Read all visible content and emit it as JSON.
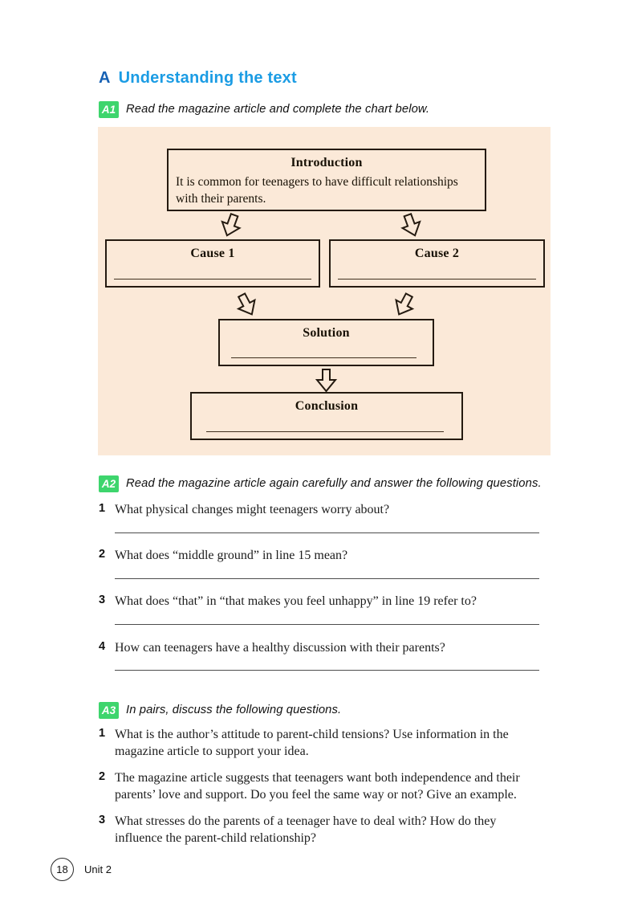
{
  "colors": {
    "heading_letter_blue": "#1661b4",
    "heading_title_blue": "#1b9ce4",
    "badge_green": "#3ed56d",
    "chart_background_peach": "#fbe9d8",
    "box_border": "#241a10"
  },
  "heading": {
    "letter": "A",
    "title": "Understanding the text"
  },
  "a1": {
    "badge": "A1",
    "instruction": "Read the magazine article and complete the chart below."
  },
  "flowchart": {
    "intro": {
      "title": "Introduction",
      "text": "It is common for teenagers to have difficult relationships\nwith their parents."
    },
    "cause1": {
      "title": "Cause 1",
      "value": ""
    },
    "cause2": {
      "title": "Cause 2",
      "value": ""
    },
    "solution": {
      "title": "Solution",
      "value": ""
    },
    "conclusion": {
      "title": "Conclusion",
      "value": ""
    },
    "arrow_icons": [
      "down-arrow-left-tilt",
      "down-arrow-right-tilt",
      "down-arrow-right-tilt",
      "down-arrow-left-tilt",
      "down-arrow-straight"
    ]
  },
  "a2": {
    "badge": "A2",
    "instruction": "Read the magazine article again carefully and answer the following questions.",
    "questions": [
      {
        "num": "1",
        "text": "What physical changes might teenagers worry about?",
        "answer": ""
      },
      {
        "num": "2",
        "text": "What does “middle ground” in line 15 mean?",
        "answer": ""
      },
      {
        "num": "3",
        "text": "What does “that” in “that makes you feel unhappy” in line 19 refer to?",
        "answer": ""
      },
      {
        "num": "4",
        "text": "How can teenagers have a healthy discussion with their parents?",
        "answer": ""
      }
    ]
  },
  "a3": {
    "badge": "A3",
    "instruction": "In pairs, discuss the following questions.",
    "questions": [
      {
        "num": "1",
        "text": "What is the author’s attitude to parent-child tensions? Use information in the\nmagazine article to support your idea."
      },
      {
        "num": "2",
        "text": "The magazine article suggests that teenagers want both independence and their\nparents’ love and support. Do you feel the same way or not? Give an example."
      },
      {
        "num": "3",
        "text": "What stresses do the parents of a teenager have to deal with? How do they\ninfluence the parent-child relationship?"
      }
    ]
  },
  "footer": {
    "page_number": "18",
    "unit_label": "Unit 2"
  }
}
